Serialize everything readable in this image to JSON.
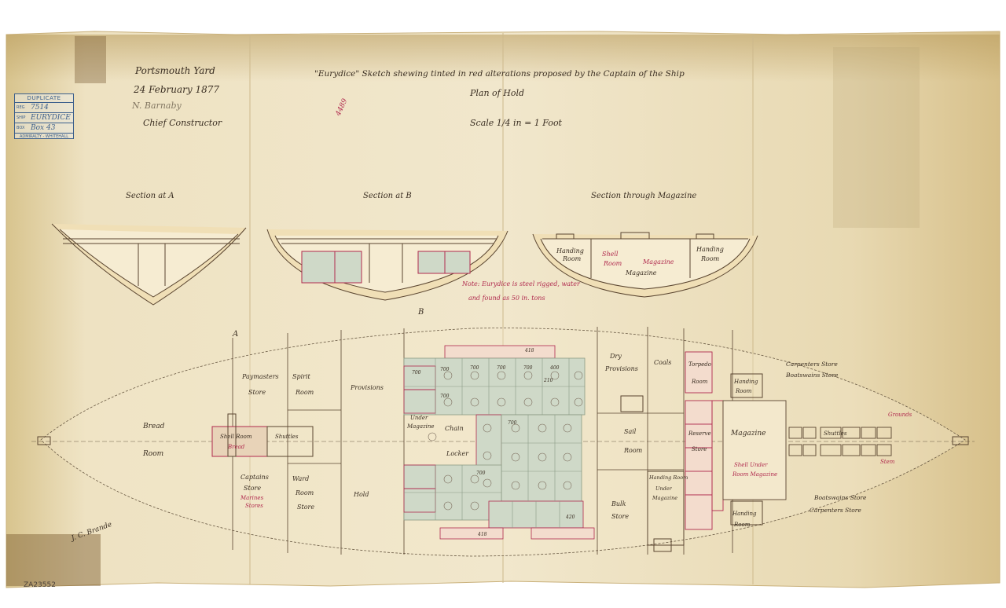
{
  "header": {
    "yard_line1": "Portsmouth Yard",
    "yard_line2": "24 February 1877",
    "signature": "N. Barnaby",
    "signatory_title": "Chief Constructor",
    "title": "\"Eurydice\" Sketch shewing tinted in red alterations proposed by the Captain of the Ship",
    "subtitle": "Plan of Hold",
    "scale": "Scale 1/4 in = 1 Foot",
    "catalogue_mark": "4489"
  },
  "stamp": {
    "title": "DUPLICATE",
    "reg_no": "7514",
    "ship": "EURYDICE",
    "box": "Box 43",
    "footer": "ADMIRALTY - WHITEHALL"
  },
  "sections": {
    "a": "Section at A",
    "b": "Section at B",
    "c": "Section through Magazine",
    "note_line1": "Note: Eurydice is steel rigged, water",
    "note_line2": "and found as 50 in. tons"
  },
  "section_c_labels": {
    "left_room": [
      "Handing",
      "Room"
    ],
    "shell_room": [
      "Shell",
      "Room"
    ],
    "magazine_upper": "Magazine",
    "magazine": "Magazine",
    "right_room": [
      "Handing",
      "Room"
    ]
  },
  "plan": {
    "marker_a": "A",
    "marker_b": "B",
    "bread_room": [
      "Bread",
      "Room"
    ],
    "shell_room_bread": [
      "Shell Room",
      "Bread"
    ],
    "shuttles_aft": "Shuttles",
    "paymasters_store": [
      "Paymasters",
      "Store"
    ],
    "spirit_room": [
      "Spirit",
      "Room"
    ],
    "provisions": "Provisions",
    "captains_store": [
      "Captains",
      "Store"
    ],
    "marines_store": [
      "Marines",
      "Stores"
    ],
    "ward_room_store": [
      "Ward",
      "Room",
      "Store"
    ],
    "hold": "Hold",
    "under_magazine": [
      "Under",
      "Magazine"
    ],
    "chain": "Chain",
    "locker": "Locker",
    "dry_provisions": [
      "Dry",
      "Provisions"
    ],
    "coals": "Coals",
    "sail_room": [
      "Sail",
      "Room"
    ],
    "bulk_store": [
      "Bulk",
      "Store"
    ],
    "handing_room_middle": [
      "Handing Room",
      "Under",
      "Magazine"
    ],
    "torpedo_room": [
      "Torpedo",
      "Room"
    ],
    "reserve_store": [
      "Reserve",
      "Store"
    ],
    "handing_room_fwd_top": [
      "Handing",
      "Room"
    ],
    "handing_room_fwd_bottom": [
      "Handing",
      "Room"
    ],
    "magazine": "Magazine",
    "shell_under_magazine": [
      "Shell Under",
      "Room Magazine"
    ],
    "shuttles_fwd": "Shuttles",
    "carpenters_store": [
      "Carpenters Store",
      "Boatswains Store"
    ],
    "boatswains_store": [
      "Boatswains Store",
      "Carpenters Store"
    ],
    "grounds": "Grounds",
    "stem": "Stem",
    "tank_values": [
      "700",
      "700",
      "700",
      "700",
      "700",
      "400",
      "210",
      "700",
      "700",
      "700",
      "420"
    ],
    "cask_mark": "418"
  },
  "footer": {
    "signature_bottom": "J. C. Brande",
    "reference": "ZA23552"
  },
  "colors": {
    "paper": "#ecdfc0",
    "ink": "#3a2e22",
    "red_ink": "#b02a4e",
    "tank_tint": "#cfd9c8",
    "stamp_blue": "#3b5f8c"
  }
}
